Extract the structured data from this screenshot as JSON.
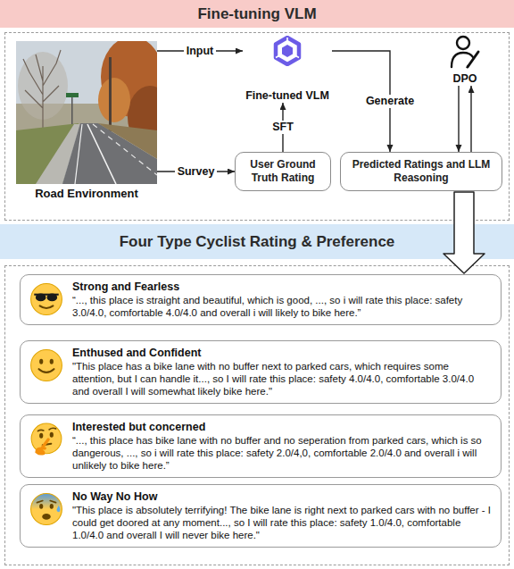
{
  "diagram": {
    "nodes": [
      {
        "text": [
          "Fine-tuning VLM"
        ]
      },
      {
        "text": [
          "Road Environment"
        ]
      },
      {
        "text": [
          "Fine-tuned VLM"
        ]
      },
      {
        "text": [
          "User Ground Truth Rating"
        ]
      },
      {
        "text": [
          "Predicted Ratings and LLM Reasoning"
        ]
      },
      {
        "text": [
          "DPO"
        ]
      },
      {
        "text": [
          "Four Type Cyclist Rating & Preference"
        ]
      },
      {
        "text": [
          "Strong and Fearless",
          "“..., this place is straight and beautiful, which is good, ..., so i will rate this place: safety 3.0/4.0, comfortable 4.0/4.0 and overall i will likely to bike here.”"
        ]
      },
      {
        "text": [
          "Enthused and Confident",
          "\"This place has a bike lane with no buffer next to parked cars, which requires some attention, but I can handle it..., so I will rate this place: safety 4.0/4.0, comfortable 3.0/4.0 and overall I will somewhat likely bike here.\""
        ]
      },
      {
        "text": [
          "Interested but concerned",
          "“..., this place has bike lane with no buffer and no seperation from parked cars, which is so dangerous, ..., so i will rate this place: safety 2.0/4,0, comfortable 2.0/4.0 and overall i will unlikely to bike here.”"
        ]
      },
      {
        "text": [
          "No Way No How",
          "\"This place is absolutely terrifying! The bike lane is right next to parked cars with no buffer - I could get doored at any moment..., so I will rate this place: safety 1.0/4.0, comfortable 1.0/4.0 and overall I will never bike here.\""
        ]
      }
    ],
    "edges": [
      {
        "from": 1,
        "to": 2,
        "label": "Input",
        "arrow": "to"
      },
      {
        "from": 1,
        "to": 3,
        "label": "Survey",
        "arrow": "to"
      },
      {
        "from": 3,
        "to": 2,
        "label": "SFT",
        "arrow": "to"
      },
      {
        "from": 2,
        "to": 4,
        "label": "Generate",
        "arrow": "to"
      },
      {
        "from": 5,
        "to": 4,
        "arrow": "to"
      },
      {
        "from": 4,
        "to": 5,
        "arrow": "to"
      }
    ]
  }
}
